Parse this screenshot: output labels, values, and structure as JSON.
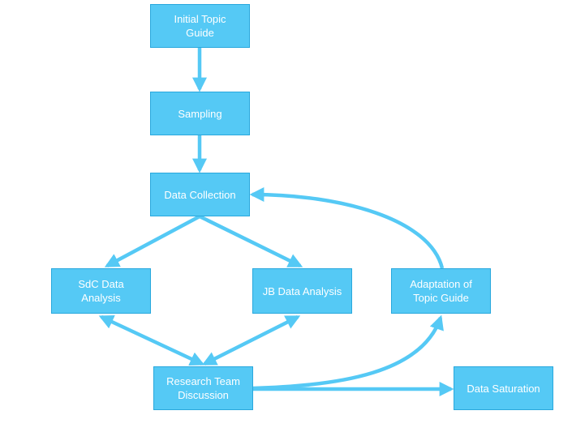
{
  "nodes": {
    "initial_topic_guide": "Initial Topic\nGuide",
    "sampling": "Sampling",
    "data_collection": "Data Collection",
    "sdc_data_analysis": "SdC Data\nAnalysis",
    "jb_data_analysis": "JB Data Analysis",
    "adaptation_topic_guide": "Adaptation of\nTopic Guide",
    "research_team_discussion": "Research Team\nDiscussion",
    "data_saturation": "Data Saturation"
  },
  "colors": {
    "node_fill": "#55c9f5",
    "node_border": "#29a8dd",
    "arrow": "#55c9f5",
    "text": "#ffffff"
  }
}
